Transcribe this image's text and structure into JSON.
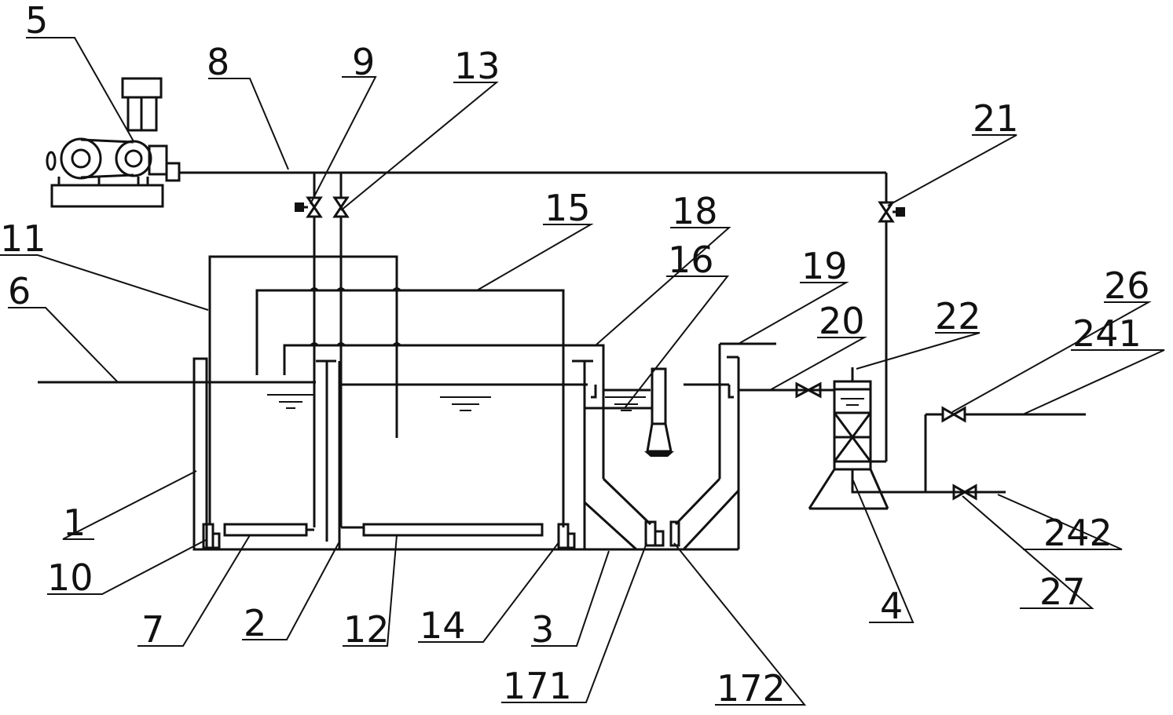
{
  "labels": {
    "l1": "1",
    "l2": "2",
    "l3": "3",
    "l4": "4",
    "l5": "5",
    "l6": "6",
    "l7": "7",
    "l8": "8",
    "l9": "9",
    "l10": "10",
    "l11": "11",
    "l12": "12",
    "l13": "13",
    "l14": "14",
    "l15": "15",
    "l16": "16",
    "l171": "171",
    "l172": "172",
    "l18": "18",
    "l19": "19",
    "l20": "20",
    "l21": "21",
    "l22": "22",
    "l241": "241",
    "l242": "242",
    "l26": "26",
    "l27": "27"
  }
}
